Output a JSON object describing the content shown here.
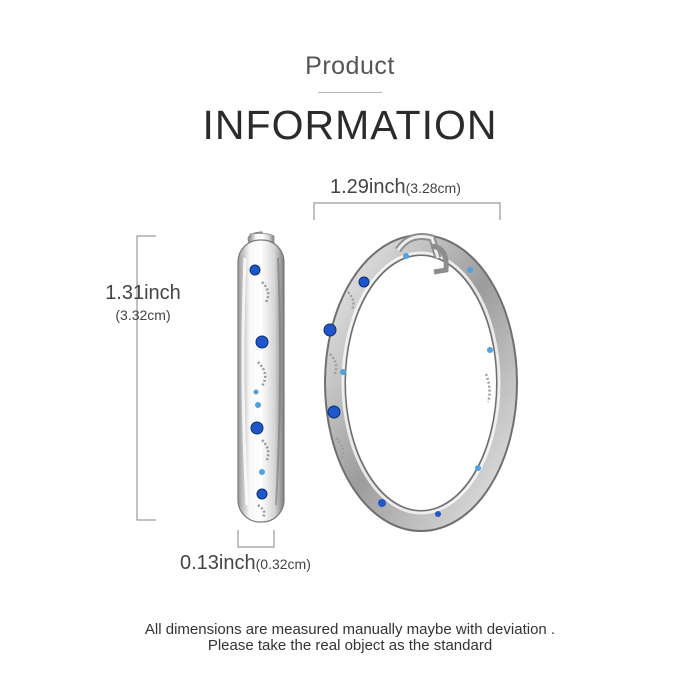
{
  "header": {
    "subtitle": "Product",
    "title": "INFORMATION"
  },
  "dimensions": {
    "width_inch": "1.29inch",
    "width_cm": "(3.28cm)",
    "height_inch": "1.31inch",
    "height_cm": "(3.32cm)",
    "thickness_inch": "0.13inch",
    "thickness_cm": "(0.32cm)"
  },
  "footer": {
    "line1": "All dimensions are measured manually maybe with deviation .",
    "line2": "Please take the real object as the standard"
  },
  "colors": {
    "silver_light": "#f4f4f4",
    "silver_mid": "#c8c8c8",
    "silver_dark": "#8a8a8a",
    "stone_blue": "#1f57c8",
    "stone_light_blue": "#4ea3df",
    "measure_line": "#9a9a9a"
  }
}
